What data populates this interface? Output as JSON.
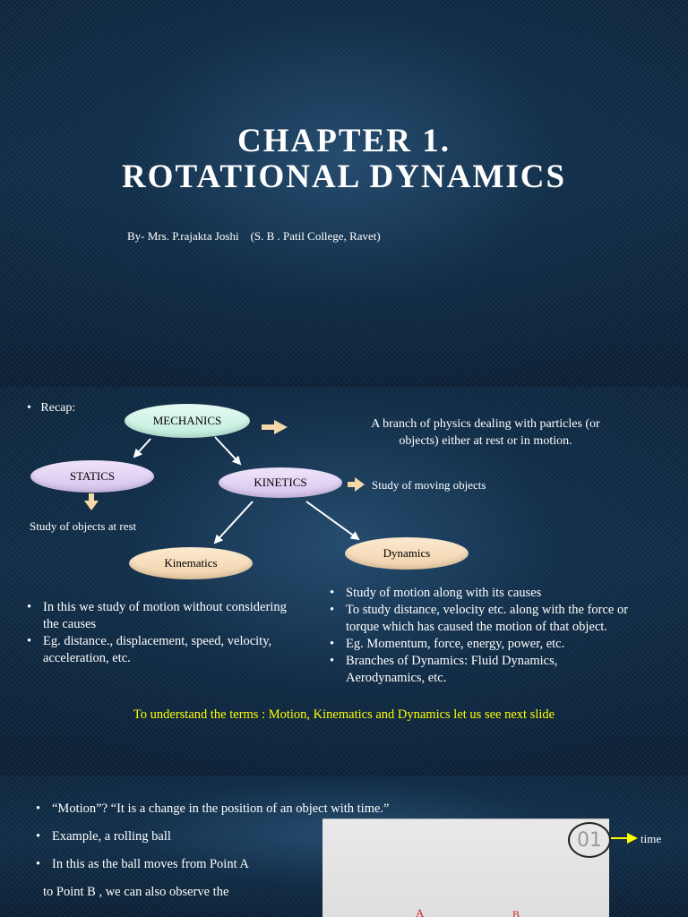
{
  "slide1": {
    "title_line1": "CHAPTER 1.",
    "title_line2": "ROTATIONAL DYNAMICS",
    "byline": "By- Mrs. P.rajakta Joshi    (S. B . Patil College, Ravet)"
  },
  "slide2": {
    "recap_label": "Recap:",
    "mechanics": "MECHANICS",
    "mechanics_desc_line1": "A branch of physics dealing with particles (or",
    "mechanics_desc_line2": "objects) either at rest or in motion.",
    "statics": "STATICS",
    "statics_desc": "Study of objects at rest",
    "kinetics": "KINETICS",
    "kinetics_desc": "Study of moving objects",
    "kinematics": "Kinematics",
    "dynamics": "Dynamics",
    "kinematics_points": [
      "In this we study of motion without considering the causes",
      "Eg. distance., displacement, speed, velocity, acceleration, etc."
    ],
    "dynamics_points": [
      "Study of motion along with its causes",
      "To study distance, velocity etc. along with the force or torque which has caused the motion of that object.",
      "Eg. Momentum, force, energy, power, etc.",
      "Branches of Dynamics: Fluid Dynamics, Aerodynamics, etc."
    ],
    "footer": "To understand the terms : Motion, Kinematics and Dynamics let us see next slide"
  },
  "slide3": {
    "points": [
      "“Motion”?  “It is a change in the position of an object with time.”",
      "Example, a rolling ball",
      "In this as the ball moves from Point A"
    ],
    "continuation": "to Point B , we can also observe the",
    "counter": "01",
    "time_label": "time",
    "point_a": "A",
    "point_b": "B"
  },
  "colors": {
    "accent_yellow": "#ffff00",
    "arrow_white": "#ffffff",
    "arrow_cream": "#f5d7a8",
    "point_red": "#cc2222"
  }
}
